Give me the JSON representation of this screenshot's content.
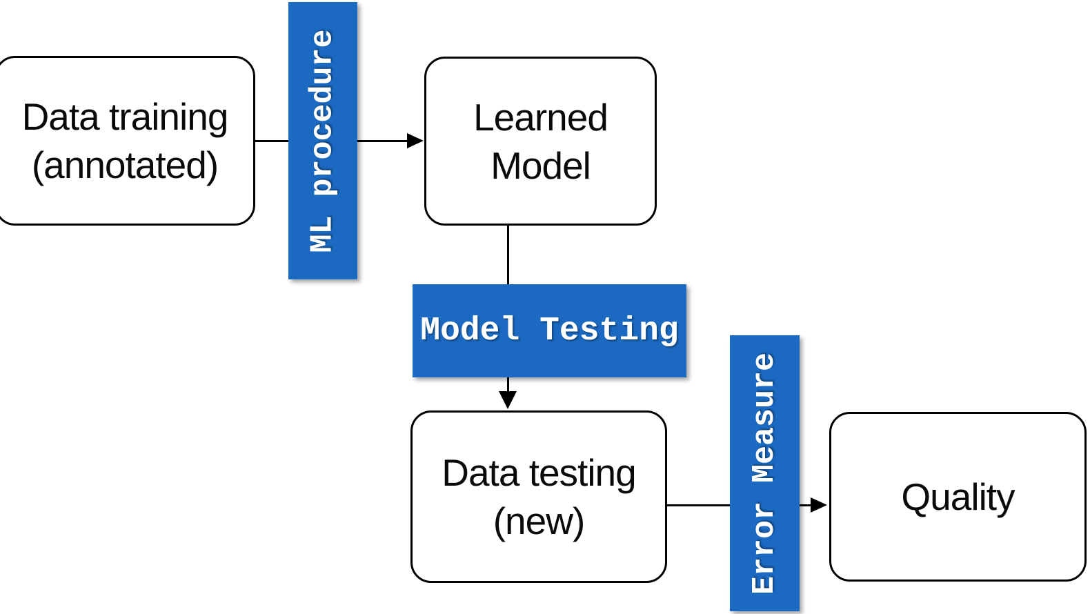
{
  "diagram": {
    "background_color": "#ffffff",
    "accent_blue": "#1b69c0",
    "line_color": "#000000",
    "node_text_color": "#0a0a0a",
    "bar_text_color": "#ffffff",
    "boxes": {
      "data_training": {
        "line1": "Data training",
        "line2": "(annotated)"
      },
      "learned_model": {
        "line1": "Learned",
        "line2": "Model"
      },
      "data_testing": {
        "line1": "Data testing",
        "line2": "(new)"
      },
      "quality": {
        "line1": "Quality"
      }
    },
    "process_labels": {
      "ml_procedure": "ML procedure",
      "model_testing": "Model Testing",
      "error_measure": "Error Measure"
    }
  }
}
